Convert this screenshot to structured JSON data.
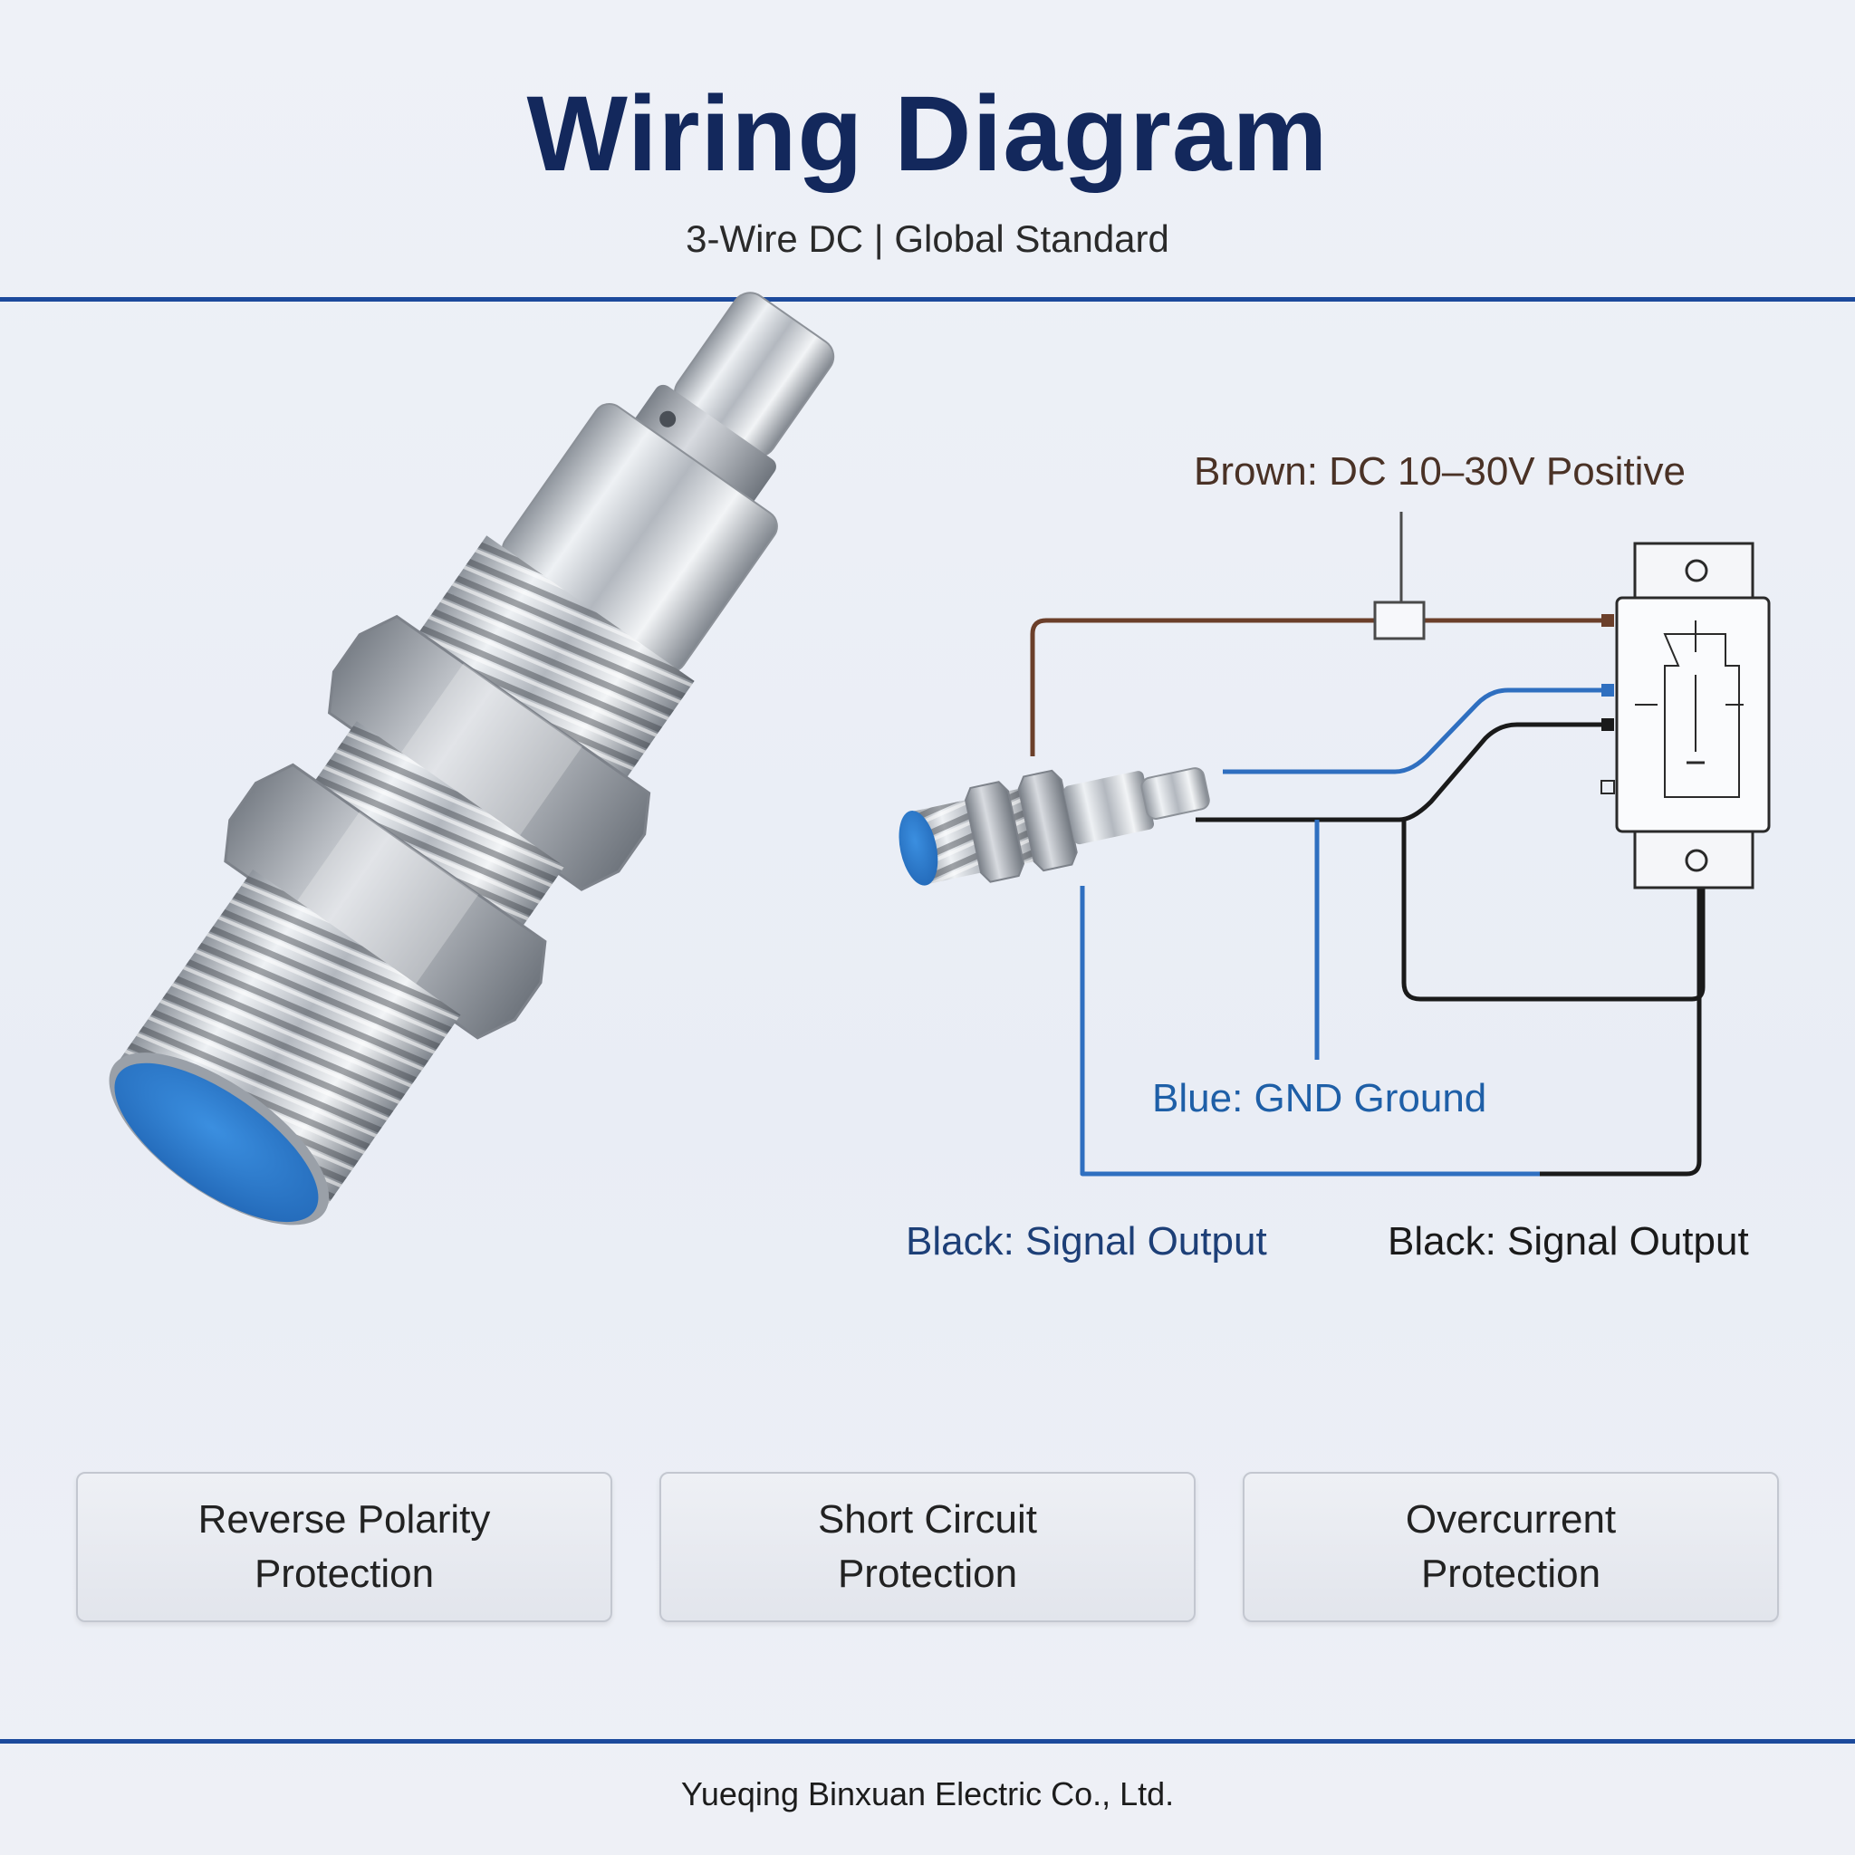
{
  "header": {
    "title": "Wiring Diagram",
    "subtitle": "3-Wire DC | Global Standard"
  },
  "diagram": {
    "labels": {
      "brown": "Brown: DC 10–30V Positive",
      "blue": "Blue: GND Ground",
      "black_left": "Black: Signal Output",
      "black_right": "Black: Signal Output"
    },
    "wire_colors": {
      "brown": "#6b3f2a",
      "blue": "#2f6fc0",
      "black": "#1a1a1a"
    },
    "sensor_face_color": "#2b7fd0"
  },
  "features": [
    {
      "line1": "Reverse Polarity",
      "line2": "Protection"
    },
    {
      "line1": "Short Circuit",
      "line2": "Protection"
    },
    {
      "line1": "Overcurrent",
      "line2": "Protection"
    }
  ],
  "footer": {
    "company": "Yueqing Binxuan Electric Co., Ltd."
  }
}
